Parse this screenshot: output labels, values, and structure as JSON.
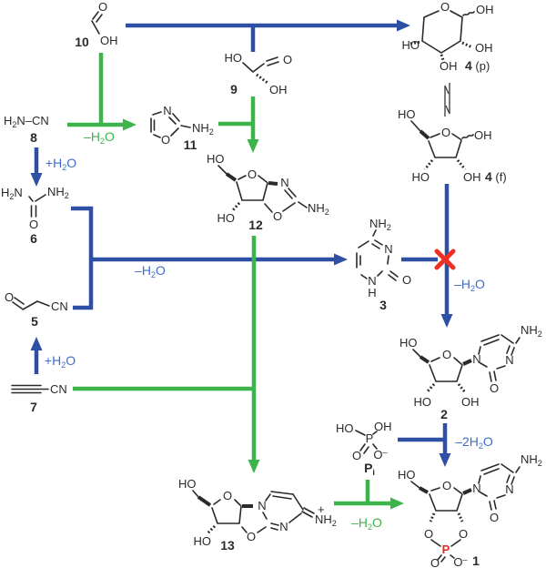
{
  "colors": {
    "arrow_blue": "#2e4fa3",
    "label_blue": "#3e6dc9",
    "arrow_green": "#3cb44b",
    "cross_red": "#ee3023",
    "phosphorus_red": "#e32b25",
    "structure_black": "#2a2a2a",
    "background": "#ffffff"
  },
  "arrow_labels": {
    "green_8_to_11": "–H~2~O",
    "blue_8_to_6": "+H~2~O",
    "blue_to_3": "–H~2~O",
    "blue_7_to_5": "+H~2~O",
    "blue_4f_to_2": "–H~2~O",
    "blue_2_to_1": "–2H~2~O",
    "green_13_to_1": "–H~2~O"
  },
  "molecules": {
    "m10": {
      "num": "10",
      "o": "O",
      "oh": "OH"
    },
    "m9": {
      "num": "9",
      "ho": "HO",
      "o": "O",
      "oh": "OH"
    },
    "m4p": {
      "num": "4",
      "form": " (p)",
      "o": "O",
      "oh_anomeric": "OH",
      "ho_left": "HO",
      "oh_right": "OH",
      "oh_bottom": "OH"
    },
    "m4f": {
      "num": "4",
      "form": " (f)",
      "ho_top": "HO",
      "o": "O",
      "oh_anomeric": "OH",
      "ho_bottom": "HO",
      "oh_bottom": "OH"
    },
    "m8": {
      "num": "8",
      "formula": "H~2~N–CN"
    },
    "m11": {
      "num": "11",
      "n": "N",
      "o": "O",
      "nh2": "NH~2~"
    },
    "m6": {
      "num": "6",
      "h2n": "H~2~N",
      "nh2": "NH~2~",
      "o": "O"
    },
    "m5": {
      "num": "5",
      "o": "O",
      "cn": "CN"
    },
    "m7": {
      "num": "7",
      "cn": "CN"
    },
    "m12": {
      "num": "12",
      "ho_top": "HO",
      "o_ring": "O",
      "n": "N",
      "nh2": "NH~2~",
      "o_ox": "O",
      "ho_bottom": "HO"
    },
    "m3": {
      "num": "3",
      "nh2": "NH~2~",
      "n3": "N",
      "o": "O",
      "n1": "N",
      "h": "H"
    },
    "m2": {
      "num": "2",
      "ho_top": "HO",
      "o_ring": "O",
      "n1": "N",
      "nh2": "NH~2~",
      "n3": "N",
      "o": "O",
      "ho_bottom": "HO",
      "oh_bottom": "OH"
    },
    "mpi": {
      "num": "P~i~",
      "ho": "HO",
      "oh": "OH",
      "p": "P",
      "o": "O",
      "o_minus": "O^–^"
    },
    "m13": {
      "num": "13",
      "ho_top": "HO",
      "o_ring": "O",
      "n1": "N",
      "plus": "+",
      "nh2": "NH~2~",
      "n2": "N",
      "o_bridge": "O",
      "ho_bottom": "HO"
    },
    "m1": {
      "num": "1",
      "ho_top": "HO",
      "o_ring": "O",
      "n1": "N",
      "nh2": "NH~2~",
      "n3": "N",
      "o": "O",
      "o_left": "O",
      "o_right": "O",
      "p": "P",
      "o_double": "O",
      "o_minus": "O^–^"
    }
  }
}
